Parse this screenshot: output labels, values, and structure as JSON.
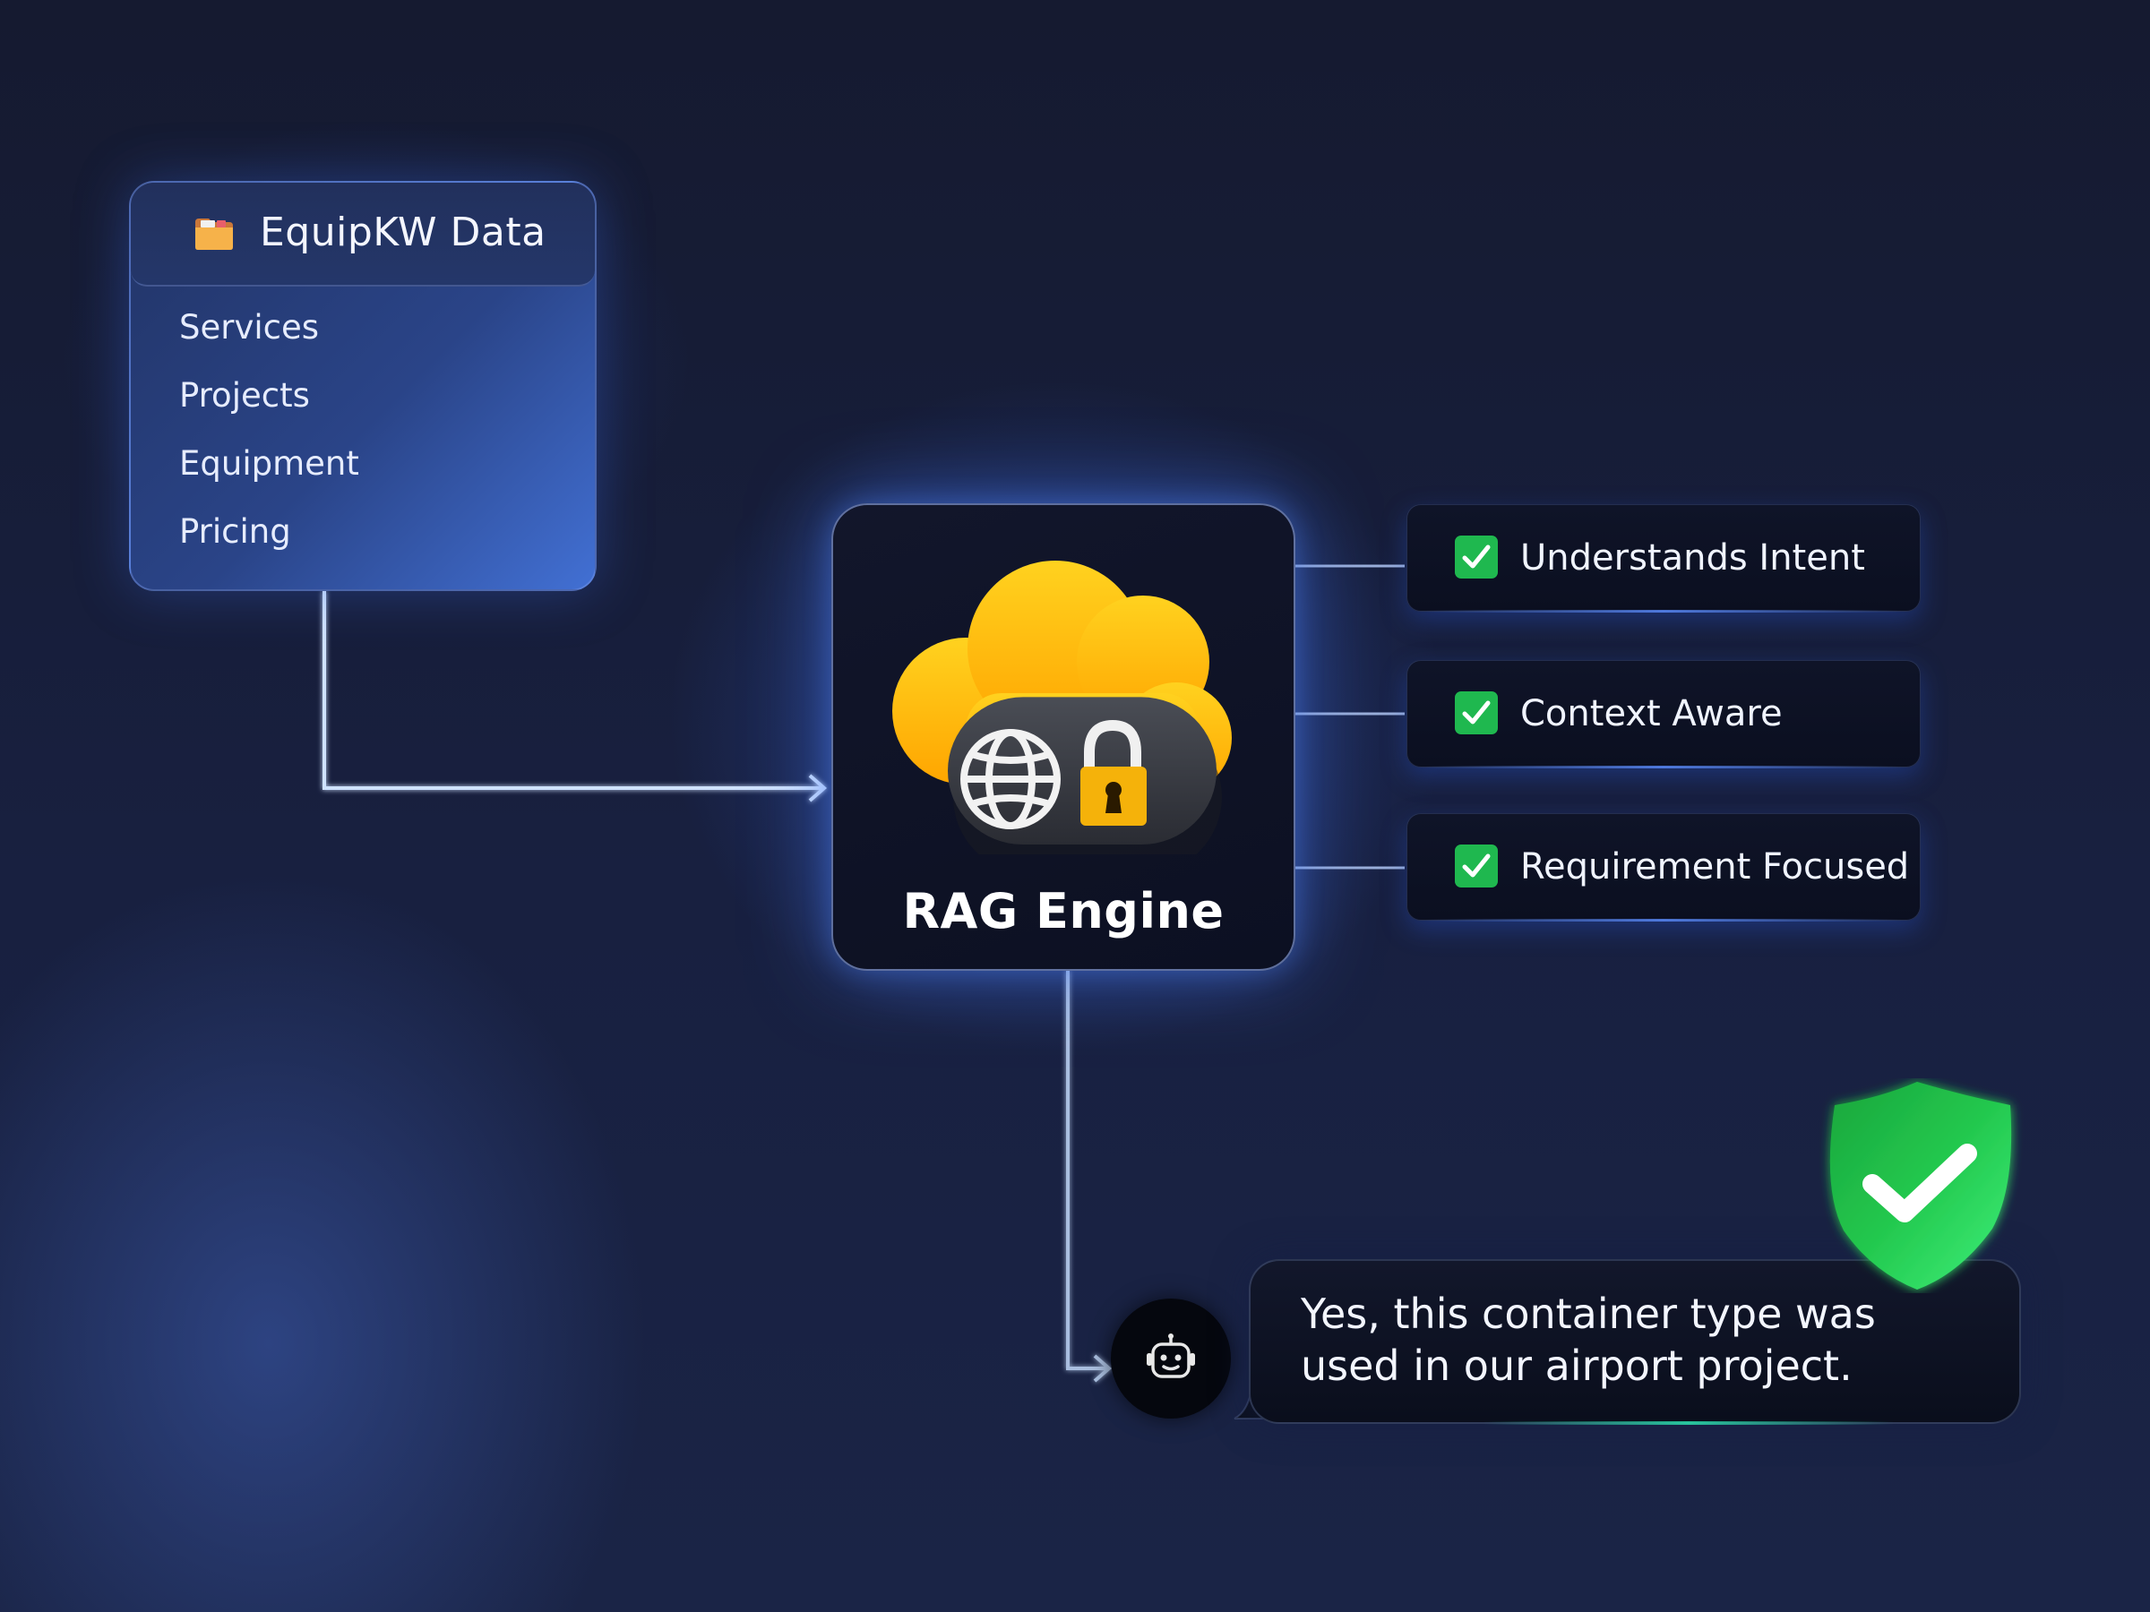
{
  "data_panel": {
    "title": "EquipKW Data",
    "items": [
      "Services",
      "Projects",
      "Equipment",
      "Pricing"
    ]
  },
  "engine": {
    "label": "RAG Engine"
  },
  "features": [
    {
      "label": "Understands Intent"
    },
    {
      "label": "Context Aware"
    },
    {
      "label": "Requirement Focused"
    }
  ],
  "chat": {
    "message": "Yes, this container type was used in our airport project."
  },
  "colors": {
    "accent_blue": "#4270d4",
    "check_green": "#1fb84f",
    "cloud_yellow": "#ffb800",
    "shield_green": "#22c24c"
  }
}
